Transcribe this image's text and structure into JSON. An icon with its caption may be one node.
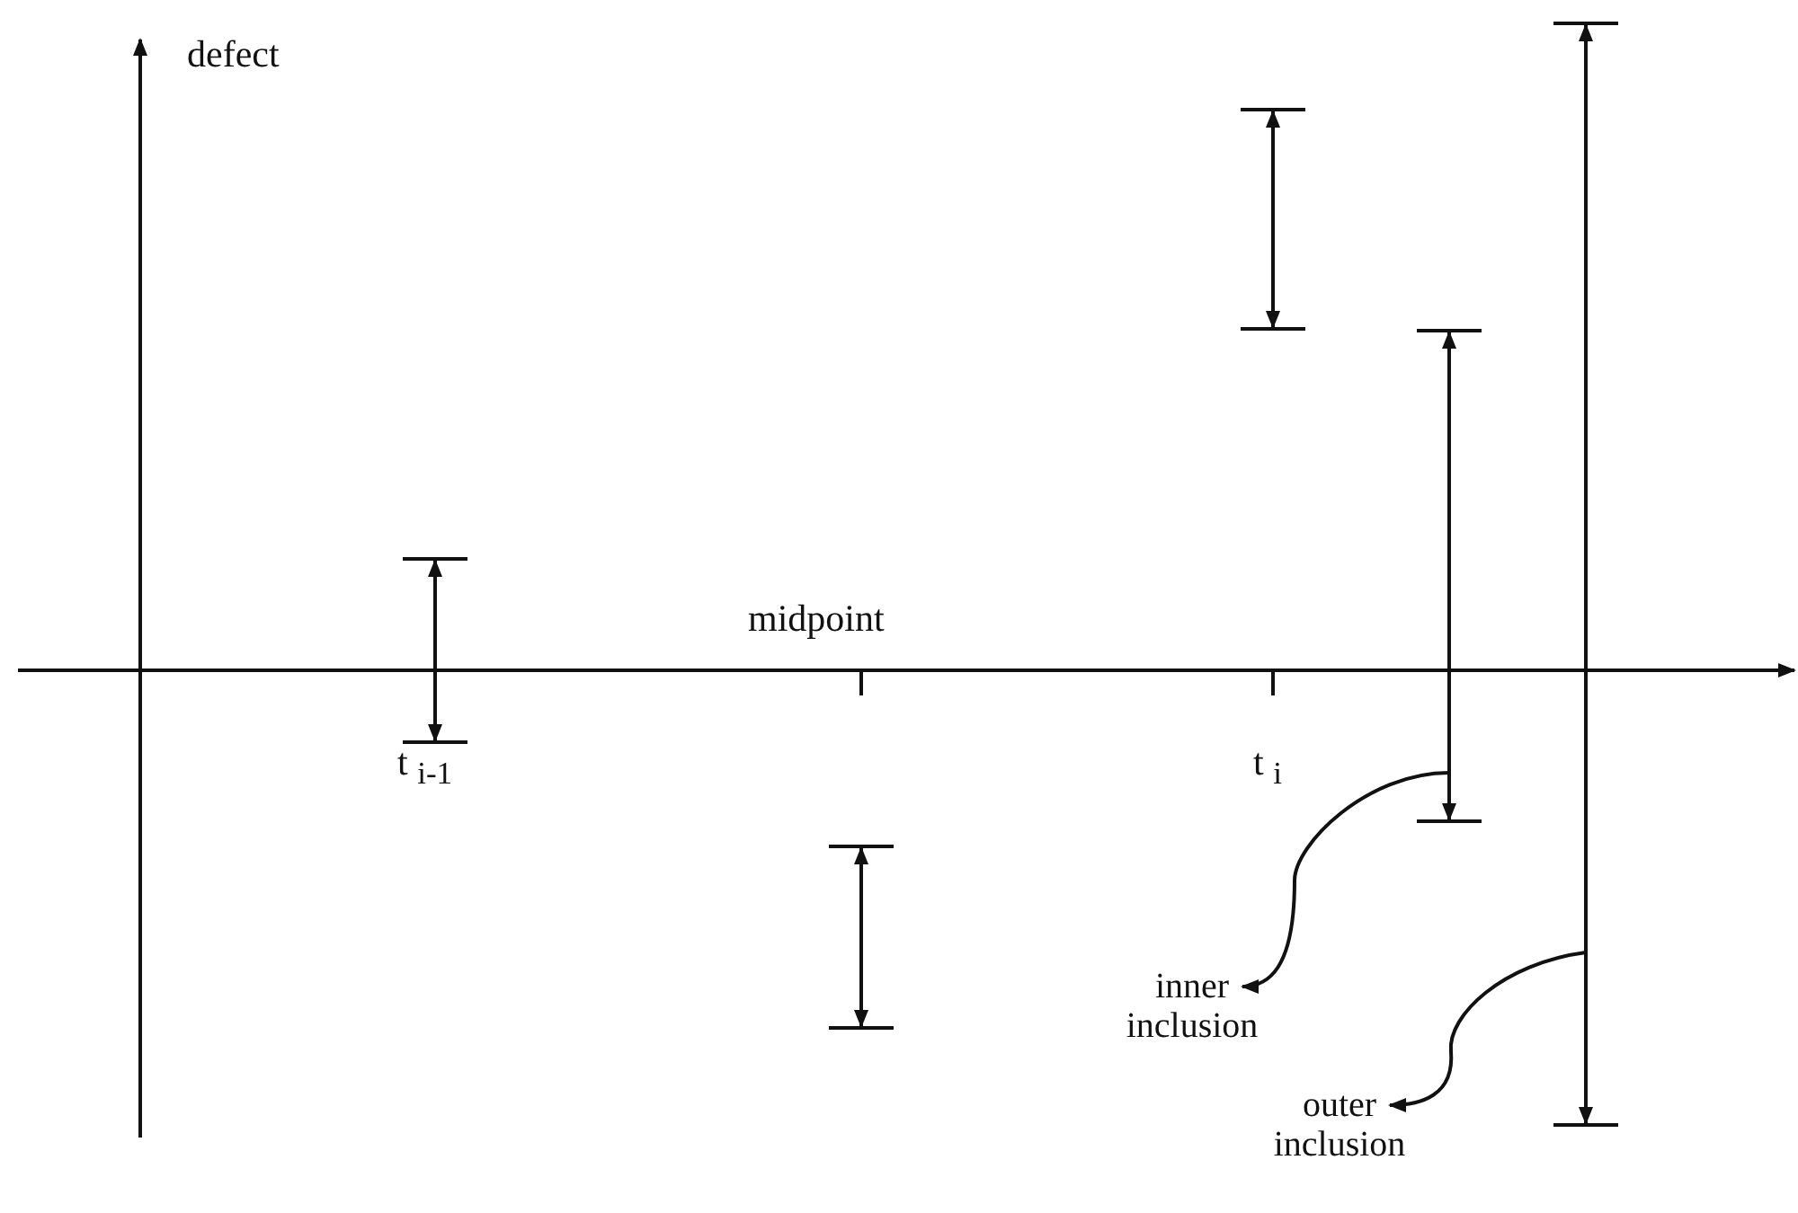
{
  "diagram": {
    "nodes": [
      {
        "text": [],
        "shape": "bar"
      },
      {
        "text": [],
        "shape": "bar"
      },
      {
        "text": [],
        "shape": "bar"
      },
      {
        "text": [],
        "shape": "bar"
      },
      {
        "text": [],
        "shape": "bar"
      },
      {
        "text": [
          "inner inclusion"
        ]
      },
      {
        "text": [
          "outer inclusion"
        ]
      }
    ],
    "edges": [
      {
        "from": 3,
        "to": 5,
        "arrow": "to"
      },
      {
        "from": 4,
        "to": 6,
        "arrow": "to"
      }
    ],
    "labels": [
      "defect",
      "midpoint",
      "t $_{i-1}$",
      "t $_{i}$"
    ]
  }
}
